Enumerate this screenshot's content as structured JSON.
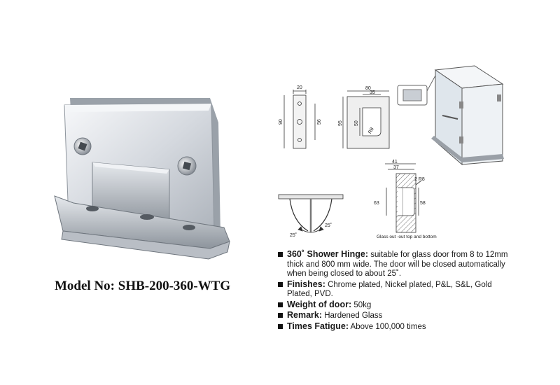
{
  "model_label": "Model No: SHB-200-360-WTG",
  "specs": [
    {
      "label": "360˚ Shower Hinge:",
      "lines": [
        "suitable for glass door from 8 to 12mm",
        "thick and 800 mm wide. The door will be closed automatically",
        "when being closed to about 25˚."
      ]
    },
    {
      "label": "Finishes:",
      "lines": [
        "Chrome plated, Nickel plated, P&L, S&L, Gold",
        "Plated, PVD."
      ]
    },
    {
      "label": "Weight of door:",
      "lines": [
        "50kg"
      ]
    },
    {
      "label": "Remark:",
      "lines": [
        "Hardened Glass"
      ]
    },
    {
      "label": "Times Fatigue:",
      "lines": [
        "Above 100,000 times"
      ]
    }
  ],
  "drawings": {
    "side_view": {
      "width": "20",
      "height": "90",
      "hole_spacing": "56"
    },
    "front_view": {
      "width": "80",
      "inner_width": "35",
      "height": "95",
      "inner_height": "50",
      "radius": "R8"
    },
    "swing": {
      "angle_left": "25˚",
      "angle_right": "25˚"
    },
    "cutout": {
      "width_outer": "41",
      "width_inner": "37",
      "radius": "2 R8",
      "height_left": "63",
      "height_right": "58",
      "caption": "Glass out -out top and bottom"
    }
  },
  "colors": {
    "chrome_light": "#eef0f3",
    "chrome_mid": "#c7ccd3",
    "chrome_dark": "#7d848d",
    "line": "#333333"
  }
}
